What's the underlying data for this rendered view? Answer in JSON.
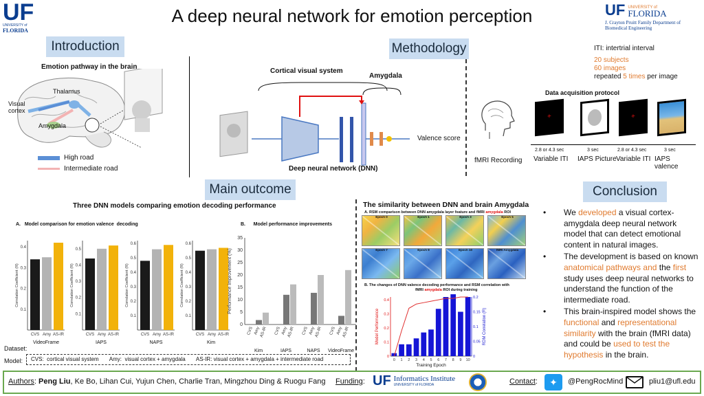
{
  "header": {
    "title": "A deep neural network for emotion perception",
    "uf_left": {
      "uf": "UF",
      "line1": "UNIVERSITY of",
      "line2": "FLORIDA"
    },
    "uf_right": {
      "uf": "UF",
      "line1": "UNIVERSITY of",
      "line2": "FLORIDA",
      "dept1": "J. Crayton Pruitt Family Department of",
      "dept2": "Biomedical Engineering"
    }
  },
  "introduction": {
    "heading": "Introduction",
    "subtitle": "Emotion pathway in the brain",
    "labels": {
      "visual_cortex": "Visual\ncortex",
      "thalamus": "Thalamus",
      "amygdala": "Amygdala"
    },
    "legend": [
      {
        "label": "High road",
        "color": "#5b8fd6"
      },
      {
        "label": "Intermediate road",
        "color": "#f3b3b3"
      }
    ]
  },
  "methodology": {
    "heading": "Methodology",
    "cvs_label": "Cortical visual system",
    "amy_label": "Amygdala",
    "valence": "Valence score",
    "dnn_label": "Deep neural network (DNN)",
    "iti_note": "ITI: intertrial interval",
    "subjects": "20 subjects",
    "images": "60 images",
    "repeated_pre": "repeated ",
    "repeated_times": "5 times",
    "repeated_post": " per image",
    "protocol_title": "Data acquisition protocol",
    "fmri": "fMRI Recording",
    "protocol": [
      {
        "time": "2.8 or 4.3 sec",
        "label": "Variable ITI"
      },
      {
        "time": "3 sec",
        "label": "IAPS Picture"
      },
      {
        "time": "2.8 or 4.3 sec",
        "label": "Variable ITI"
      },
      {
        "time": "3 sec",
        "label": "IAPS valence"
      }
    ]
  },
  "main_outcome": {
    "heading": "Main outcome",
    "subtitle": "Three DNN models comparing emotion decoding performance",
    "panel_a": "A.   Model comparison for emotion valence  decoding",
    "panel_b": "B.      Model performance improvements",
    "dataset_label": "Dataset:",
    "model_label": "Model:",
    "model_desc": "CVS:  cortical visual system       Amy:  visual cortex + amygdala       AS-IR: visual cortex + amygdala + intermediate road"
  },
  "chart_data": [
    {
      "type": "bar",
      "title": "VideoFrame",
      "ylabel": "Correlation Coefficient (R)",
      "categories": [
        "CVS",
        "Amy",
        "AS-IR"
      ],
      "values": [
        0.34,
        0.35,
        0.42
      ],
      "ylim": [
        0,
        0.43
      ],
      "yticks": [
        0.1,
        0.2,
        0.3,
        0.4
      ],
      "colors": [
        "#1a1a1a",
        "#b3b3b3",
        "#f2b20a"
      ]
    },
    {
      "type": "bar",
      "title": "IAPS",
      "ylabel": "Correlation Coefficient (R)",
      "categories": [
        "CVS",
        "Amy",
        "AS-IR"
      ],
      "values": [
        0.44,
        0.5,
        0.52
      ],
      "ylim": [
        0,
        0.55
      ],
      "yticks": [
        0.1,
        0.2,
        0.3,
        0.4,
        0.5
      ],
      "colors": [
        "#1a1a1a",
        "#b3b3b3",
        "#f2b20a"
      ]
    },
    {
      "type": "bar",
      "title": "NAPS",
      "ylabel": "Correlation Coefficient (R)",
      "categories": [
        "CVS",
        "Amy",
        "AS-IR"
      ],
      "values": [
        0.48,
        0.56,
        0.59
      ],
      "ylim": [
        0,
        0.62
      ],
      "yticks": [
        0.1,
        0.2,
        0.3,
        0.4,
        0.5,
        0.6
      ],
      "colors": [
        "#1a1a1a",
        "#b3b3b3",
        "#f2b20a"
      ]
    },
    {
      "type": "bar",
      "title": "Kim",
      "ylabel": "Correlation Coefficient (R)",
      "categories": [
        "CVS",
        "Amy",
        "AS-IR"
      ],
      "values": [
        0.55,
        0.56,
        0.57
      ],
      "ylim": [
        0,
        0.62
      ],
      "yticks": [
        0.1,
        0.2,
        0.3,
        0.4,
        0.5,
        0.6
      ],
      "colors": [
        "#1a1a1a",
        "#b3b3b3",
        "#f2b20a"
      ]
    },
    {
      "type": "bar",
      "title": "Model performance improvements",
      "ylabel": "Performance Improvement (%)",
      "groups": [
        "Kim",
        "IAPS",
        "NAPS",
        "VideoFrame"
      ],
      "categories": [
        "CVS",
        "Amy",
        "AS-IR"
      ],
      "values": [
        [
          0,
          1.8,
          4.8
        ],
        [
          0,
          12,
          16.2
        ],
        [
          0,
          12.8,
          20
        ],
        [
          0,
          3.5,
          22
        ]
      ],
      "ylim": [
        0,
        35
      ],
      "yticks": [
        0,
        5,
        10,
        15,
        20,
        25,
        30,
        35
      ],
      "colors": [
        "#1a1a1a",
        "#777777",
        "#bbbbbb"
      ]
    },
    {
      "type": "bar",
      "title": "The changes of DNN valence decoding performance and RSM correlation with fMRI amygdala ROI during training",
      "xlabel": "Training Epoch",
      "ylabel": "Model Performance",
      "ylabel_right": "RDM Correlation (R)",
      "categories": [
        "0",
        "1",
        "2",
        "3",
        "4",
        "5",
        "6",
        "7",
        "8",
        "9",
        "10"
      ],
      "values": [
        0.01,
        0.04,
        0.04,
        0.06,
        0.08,
        0.09,
        0.16,
        0.2,
        0.21,
        0.15,
        0.2
      ],
      "ylim_right": [
        0,
        0.2
      ],
      "line": {
        "name": "Model Performance",
        "values": [
          0.0,
          0.18,
          0.34,
          0.37,
          0.38,
          0.39,
          0.4,
          0.41,
          0.41,
          0.42,
          0.42
        ],
        "ylim": [
          0,
          0.42
        ]
      }
    }
  ],
  "similarity": {
    "title": "The similarity between DNN and brain Amygdala",
    "sub_a_pre": "A. RSM comparison between DNN amygdala layer feature and fMRI ",
    "sub_a_red": "amygdala",
    "sub_a_post": " ROI",
    "epochs": [
      "Epoch 0",
      "Epoch 1",
      "Epoch 3",
      "Epoch 5",
      "Epoch 7",
      "Epoch 9",
      "Epoch 10",
      "fMRI Amygdala"
    ],
    "sub_b_pre": "B. The changes of DNN valence decoding performance and RSM correlation with",
    "sub_b_2a": "fMRI ",
    "sub_b_red": "amygdala",
    "sub_b_2b": " ROI during training"
  },
  "conclusion": {
    "heading": "Conclusion",
    "b1": {
      "p1": "We ",
      "o1": "developed",
      "p2": " a visual cortex-amygdala deep neural network model that can detect emotional content in natural images."
    },
    "b2": {
      "p1": "The development is based on known ",
      "o1": "anatomical pathways and",
      "p2": " the ",
      "o2": "first",
      "p3": " study uses deep neural networks to understand the function of the intermediate road."
    },
    "b3": {
      "p1": "This brain-inspired model shows the ",
      "o1": "functional",
      "p2": " and ",
      "o2": "representational similarity",
      "p3": " with the brain (fMRI data) and could be ",
      "o3": "used to test the hypothesis",
      "p4": " in the brain."
    }
  },
  "footer": {
    "authors_label": "Authors",
    "authors_lead": "Peng Liu",
    "authors_rest": ", Ke  Bo, Lihan Cui, Yujun Chen, Charlie Tran, Mingzhou Ding & Ruogu Fang",
    "funding_label": "Funding",
    "funding_inst": "Informatics Institute",
    "funding_univ": "UNIVERSITY of FLORIDA",
    "contact_label": "Contact",
    "twitter": "@PengRocMind",
    "email": "pliu1@ufl.edu"
  }
}
